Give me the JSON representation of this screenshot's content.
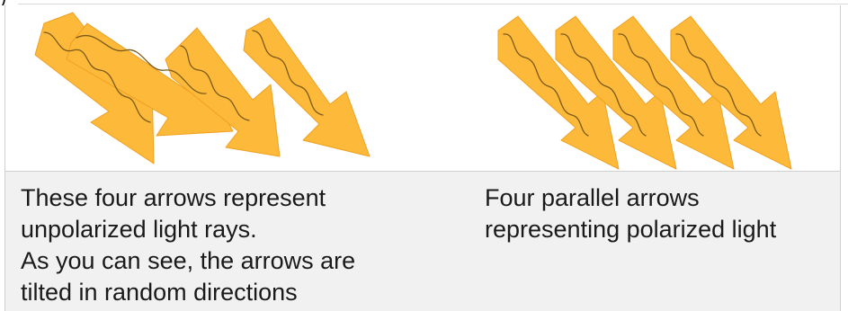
{
  "captions": {
    "unpolarized": {
      "line1": "These four arrows represent",
      "line2": "unpolarized light rays.",
      "line3": "As you can see, the arrows are",
      "line4": "tilted in random directions"
    },
    "polarized": {
      "line1": "Four parallel arrows",
      "line2": "representing polarized light"
    }
  },
  "illustrations": {
    "unpolarized": {
      "arrow_count": 4,
      "orientation": "random"
    },
    "polarized": {
      "arrow_count": 4,
      "orientation": "parallel"
    }
  },
  "colors": {
    "arrow_fill": "#FDB93A",
    "arrow_edge": "#F0A020",
    "wave_line": "#7A5A1A",
    "caption_bg": "#F1F1F1",
    "border": "#D0D0D0"
  }
}
